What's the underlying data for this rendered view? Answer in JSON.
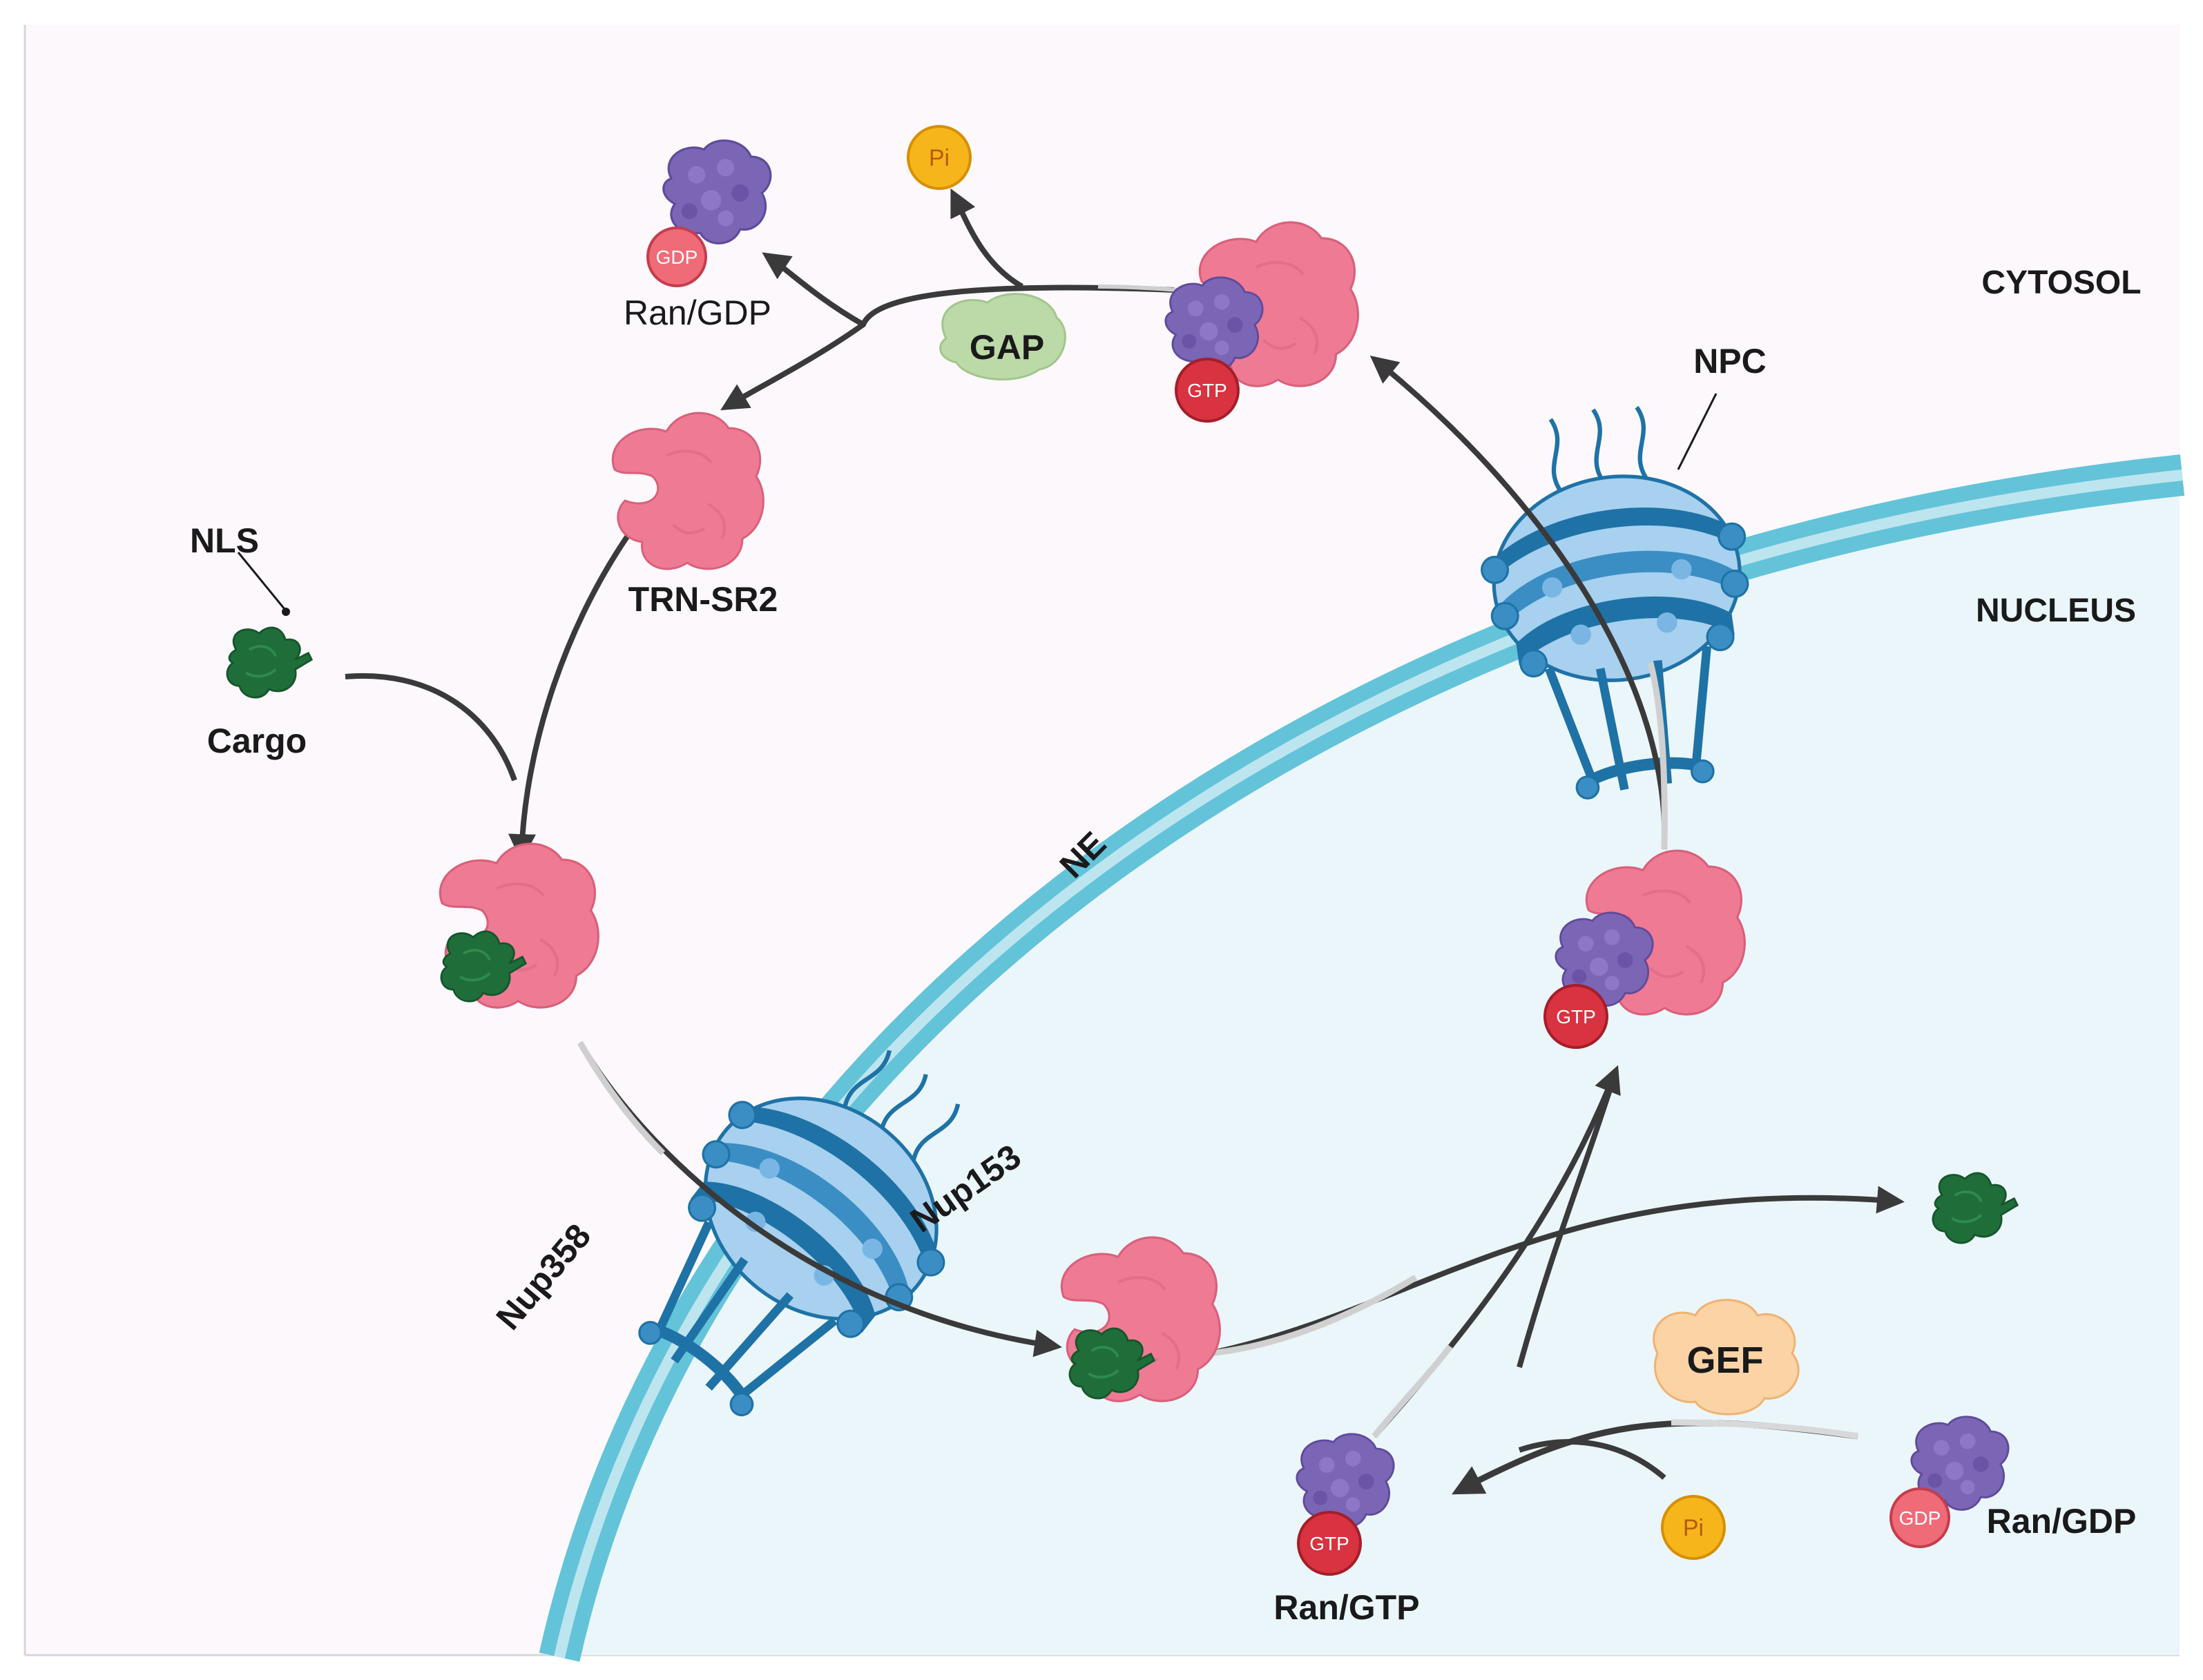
{
  "regions": {
    "cytosol": "CYTOSOL",
    "nucleus": "NUCLEUS",
    "nuclear_envelope": "NE",
    "npc": "NPC"
  },
  "labels": {
    "nls": "NLS",
    "cargo": "Cargo",
    "trn_sr2": "TRN-SR2",
    "ran_gdp_top": "Ran/GDP",
    "ran_gdp_bottom": "Ran/GDP",
    "ran_gtp_bottom": "Ran/GTP",
    "gap": "GAP",
    "gef": "GEF",
    "nup358": "Nup358",
    "nup153": "Nup153"
  },
  "badges": {
    "gdp": "GDP",
    "gtp": "GTP",
    "pi": "Pi"
  },
  "colors": {
    "cytosol_bg": "#fcf8fc",
    "nucleus_bg": "#eaf6f9",
    "membrane": "#63c3d9",
    "importin": "#ef7a94",
    "ran": "#7b65b5",
    "cargo": "#1f6e3a",
    "gtp_badge": "#d93240",
    "gdp_badge": "#ef6b78",
    "pi_badge": "#f7b51c",
    "gap": "#bcd9a8",
    "gef": "#fbd3a4",
    "npc_dark": "#1e72a6",
    "npc_light": "#a8d0ef",
    "arrow": "#3a3a3a"
  },
  "icons": {
    "importin": "trn-sr2-blob-icon",
    "ran": "ran-protein-icon",
    "cargo": "cargo-protein-icon",
    "npc": "nuclear-pore-complex-icon"
  }
}
